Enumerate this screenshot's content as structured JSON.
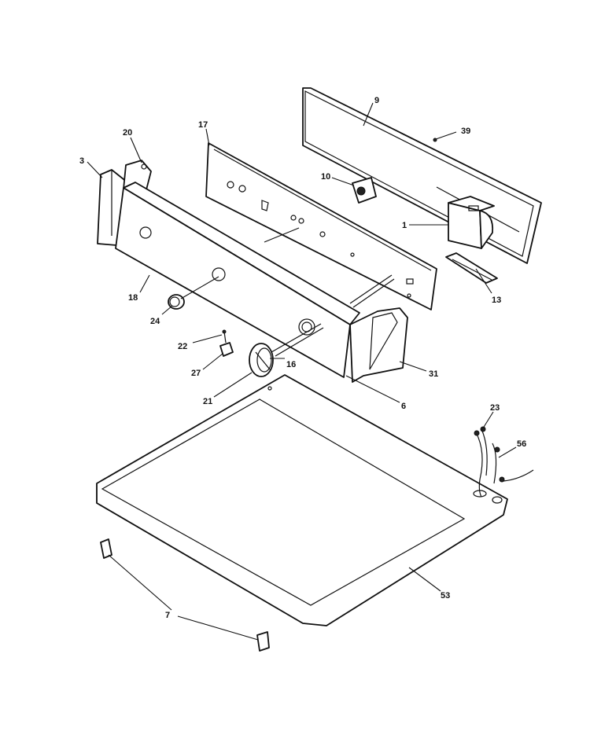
{
  "callouts": [
    "9",
    "39",
    "20",
    "17",
    "3",
    "10",
    "1",
    "13",
    "18",
    "24",
    "22",
    "27",
    "16",
    "31",
    "21",
    "6",
    "23",
    "56",
    "53",
    "7"
  ]
}
